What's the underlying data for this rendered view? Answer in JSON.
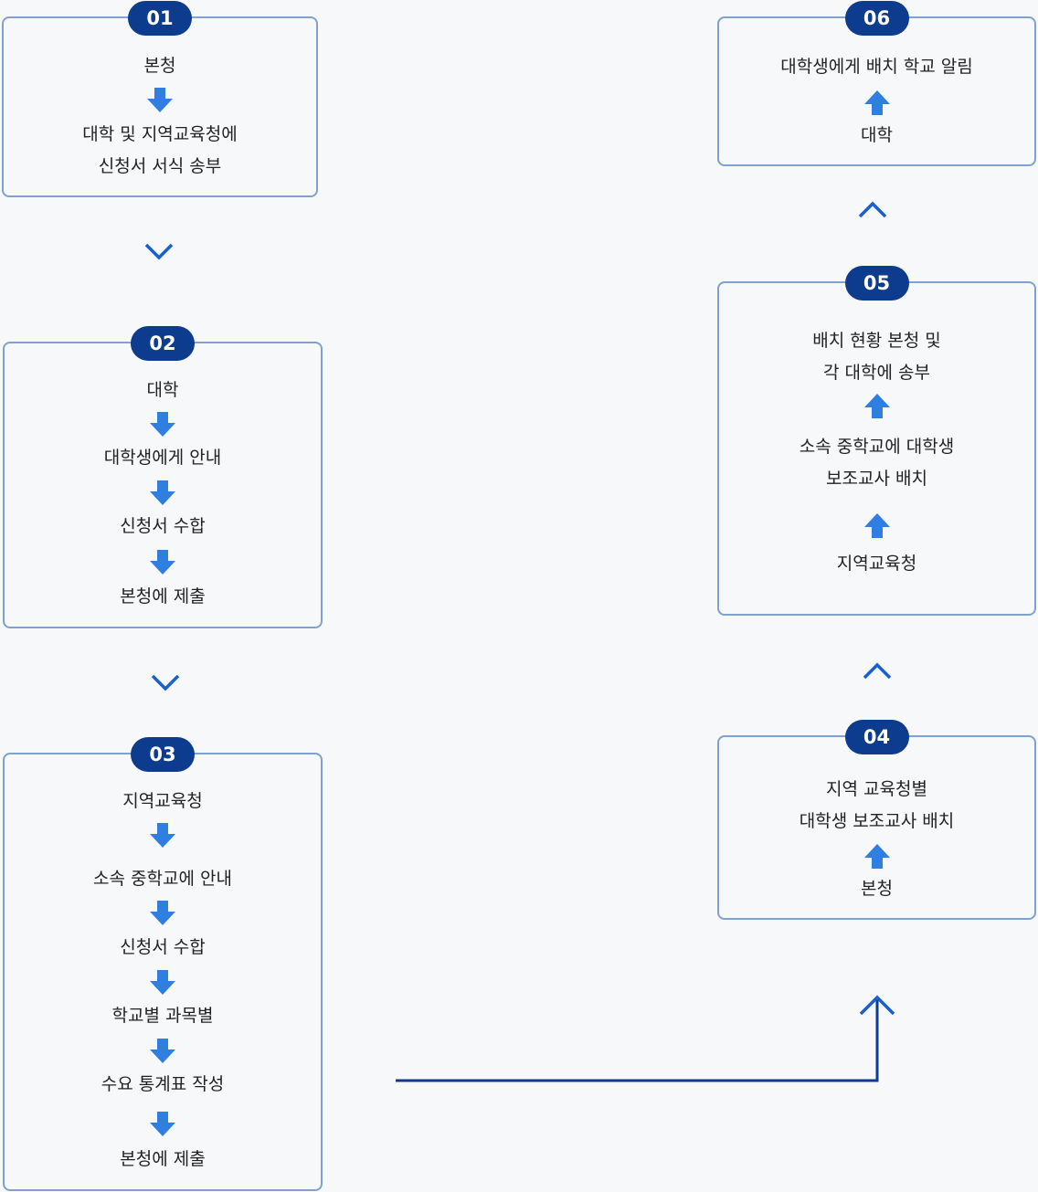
{
  "steps": [
    {
      "number": "01",
      "lines": [
        "본청",
        "대학 및 지역교육청에",
        "신청서 서식 송부"
      ]
    },
    {
      "number": "02",
      "lines": [
        "대학",
        "대학생에게 안내",
        "신청서 수합",
        "본청에 제출"
      ]
    },
    {
      "number": "03",
      "lines": [
        "지역교육청",
        "소속 중학교에 안내",
        "신청서 수합",
        "학교별 과목별",
        "수요 통계표 작성",
        "본청에 제출"
      ]
    },
    {
      "number": "04",
      "lines": [
        "지역 교육청별",
        "대학생 보조교사 배치",
        "본청"
      ]
    },
    {
      "number": "05",
      "lines": [
        "배치 현황 본청 및",
        "각 대학에 송부",
        "소속 중학교에 대학생",
        "보조교사 배치",
        "지역교육청"
      ]
    },
    {
      "number": "06",
      "lines": [
        "대학생에게 배치 학교 알림",
        "대학"
      ]
    }
  ],
  "colors": {
    "badge": "#0d3b8e",
    "border": "#7ea1d2",
    "arrow": "#2f7fe0",
    "chevron": "#1a5fd0",
    "connector": "#0d3b8e"
  },
  "icons": {
    "step_arrow": "arrow-down-icon / arrow-up-icon",
    "between_steps": "chevron-icon",
    "connector": "elbow-arrow-icon"
  }
}
